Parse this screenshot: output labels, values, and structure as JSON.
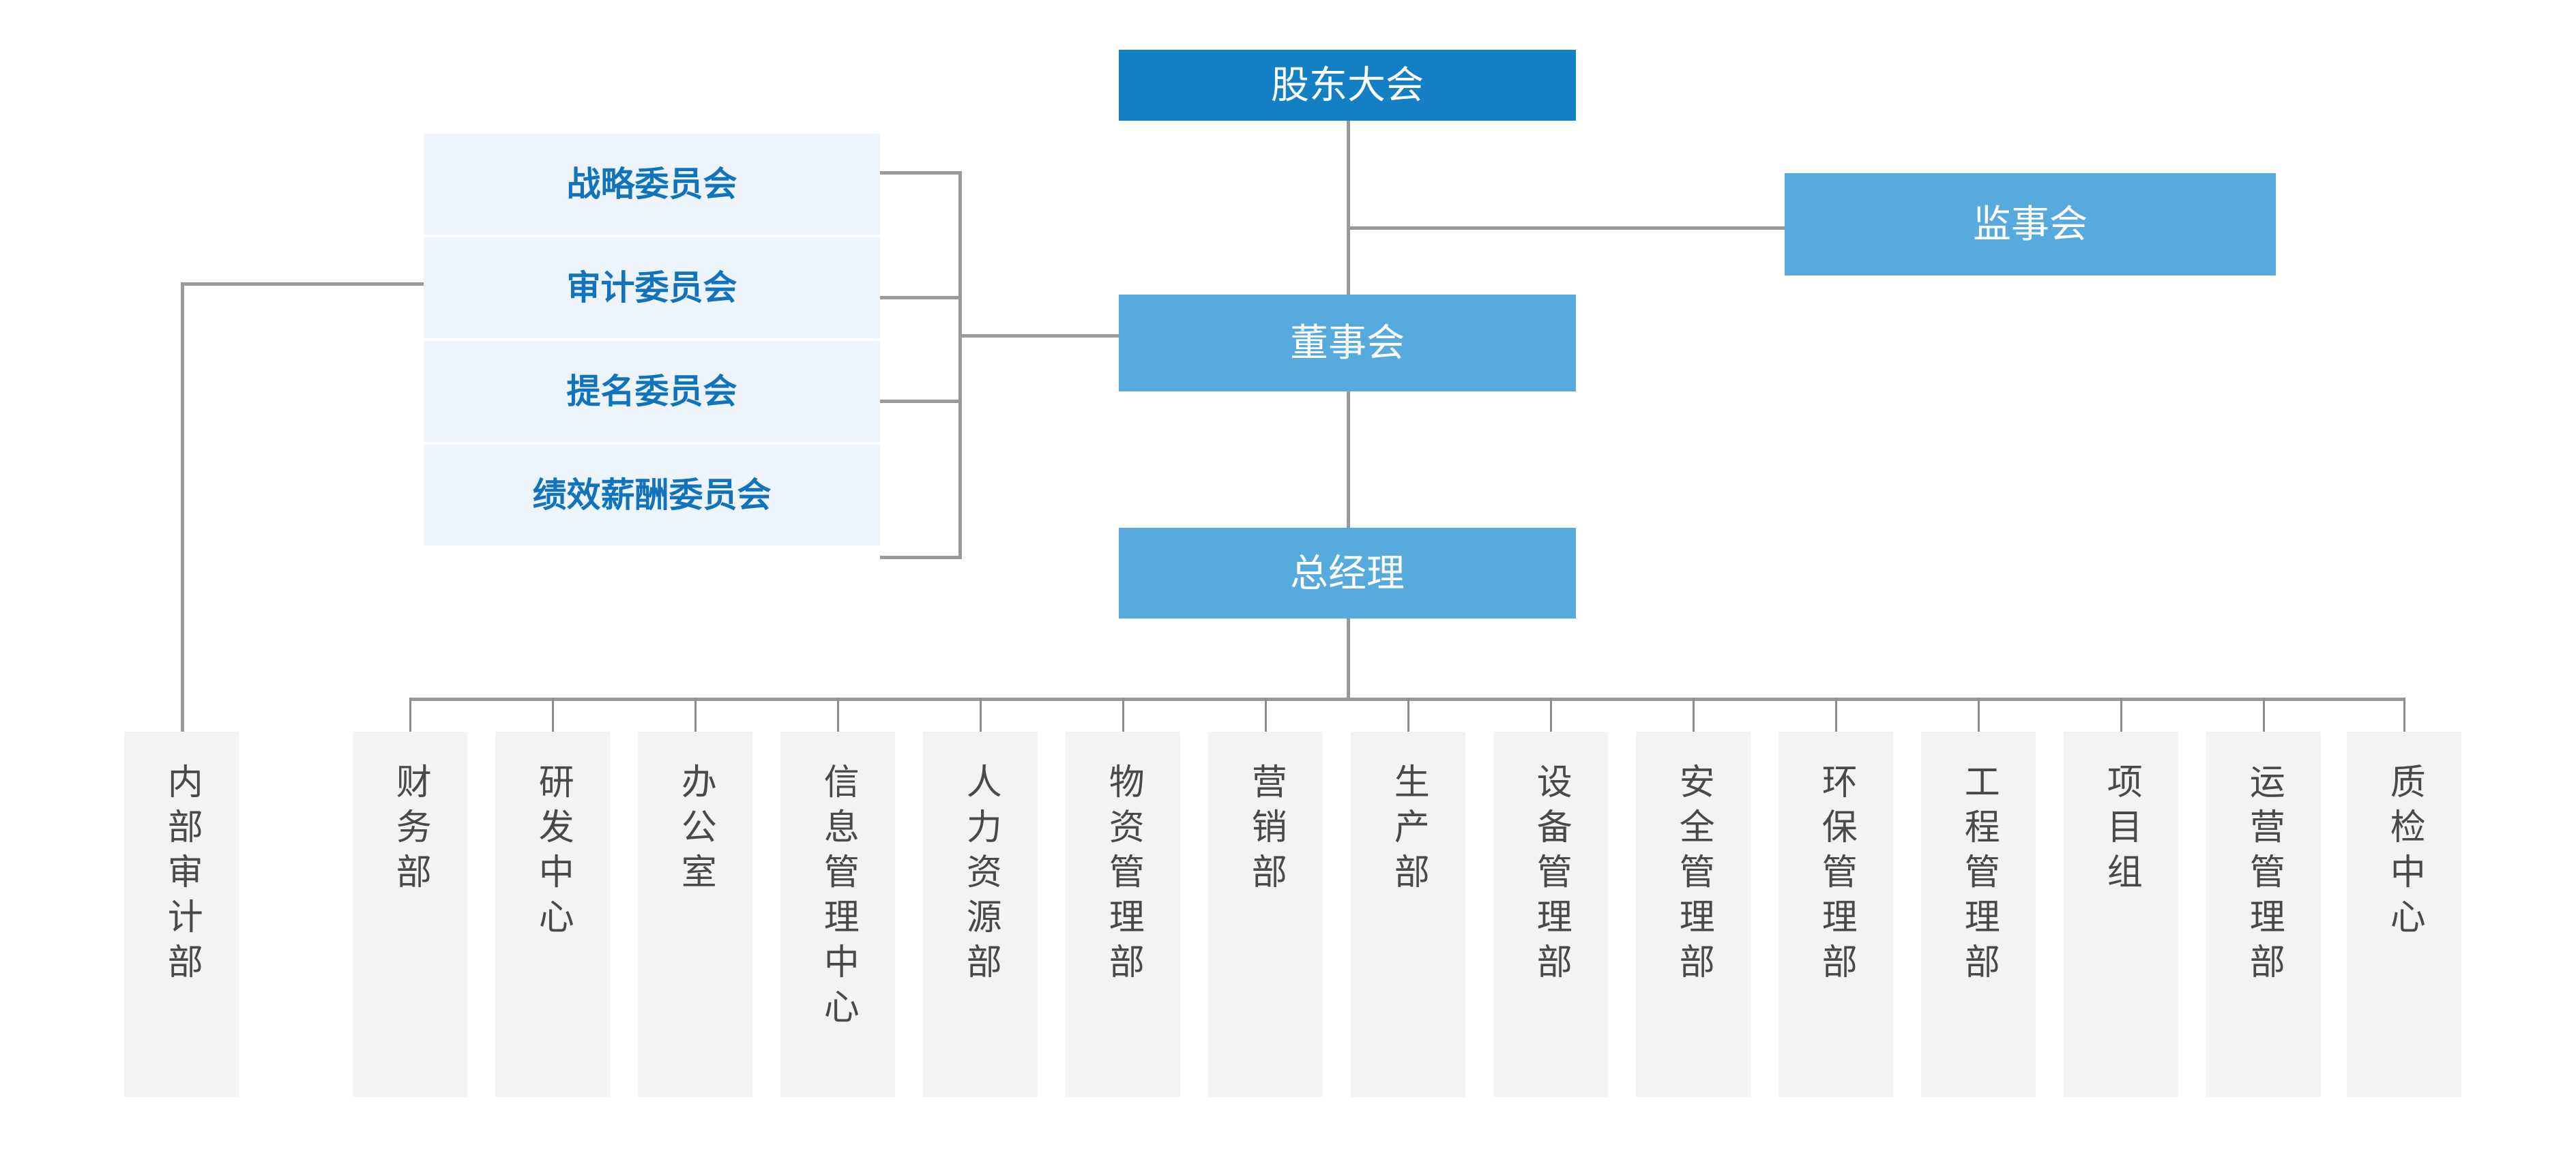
{
  "diagram": {
    "title_text": "",
    "colors": {
      "top_box": "#1380c4",
      "mid_box": "#57aade",
      "committee_box_bg": "#edf4fc",
      "committee_text": "#1273bd",
      "department_box_bg": "#f2f3f2",
      "department_text": "#494949",
      "connector": "#9a9a9a",
      "divider": "#101010",
      "page_background": "#ffffff"
    },
    "levels": {
      "level1": "shareholders",
      "level2": "board-of-directors / board-of-supervisors",
      "level3": "general-manager",
      "level4": "departments"
    }
  },
  "nodes": {
    "shareholders_meeting": {
      "label": "股东大会"
    },
    "board_of_supervisors": {
      "label": "监事会"
    },
    "board_of_directors": {
      "label": "董事会"
    },
    "general_manager": {
      "label": "总经理"
    }
  },
  "committees": [
    {
      "label": "战略委员会"
    },
    {
      "label": "审计委员会"
    },
    {
      "label": "提名委员会"
    },
    {
      "label": "绩效薪酬委员会"
    }
  ],
  "internal_audit": {
    "label": "内部审计部"
  },
  "departments": [
    {
      "label": "财务部"
    },
    {
      "label": "研发中心"
    },
    {
      "label": "办公室"
    },
    {
      "label": "信息管理中心"
    },
    {
      "label": "人力资源部"
    },
    {
      "label": "物资管理部"
    },
    {
      "label": "营销部"
    },
    {
      "label": "生产部"
    },
    {
      "label": "设备管理部"
    },
    {
      "label": "安全管理部"
    },
    {
      "label": "环保管理部"
    },
    {
      "label": "工程管理部"
    },
    {
      "label": "项目组"
    },
    {
      "label": "运营管理部"
    },
    {
      "label": "质检中心"
    }
  ]
}
